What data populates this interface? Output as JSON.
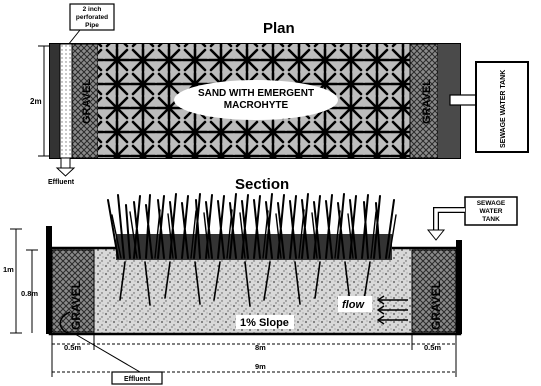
{
  "plan": {
    "title": "Plan",
    "pipe_label_line1": "2 inch",
    "pipe_label_line2": "perforated",
    "pipe_label_line3": "Pipe",
    "width_label": "2m",
    "gravel_left": "GRAVEL",
    "gravel_right": "GRAVEL",
    "center_line1": "SAND WITH EMERGENT",
    "center_line2": "MACROHYTE",
    "tank_label": "SEWAGE WATER TANK",
    "effluent_label": "Effluent"
  },
  "section": {
    "title": "Section",
    "tank_line1": "SEWAGE",
    "tank_line2": "WATER",
    "tank_line3": "TANK",
    "height_total": "1m",
    "height_bed": "0.8m",
    "gravel_left": "GRAVEL",
    "gravel_right": "GRAVEL",
    "flow_label": "flow",
    "slope_label": "1% Slope",
    "dim_left": "0.5m",
    "dim_center": "8m",
    "dim_right": "0.5m",
    "dim_total": "9m",
    "effluent_label": "Effluent"
  }
}
